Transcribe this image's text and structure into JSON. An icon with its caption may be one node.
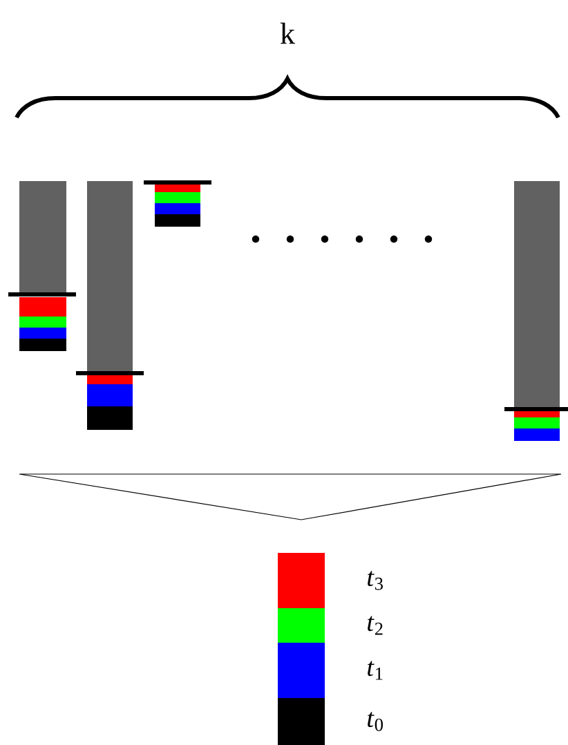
{
  "diagram": {
    "labels": [
      "k"
    ],
    "legend": [
      {
        "text": "*t*$_{3}$",
        "color": "#ff0000"
      },
      {
        "text": "*t*$_{2}$",
        "color": "#00ff00"
      },
      {
        "text": "*t*$_{1}$",
        "color": "#0000ff"
      },
      {
        "text": "*t*$_{0}$",
        "color": "#000000"
      }
    ]
  }
}
